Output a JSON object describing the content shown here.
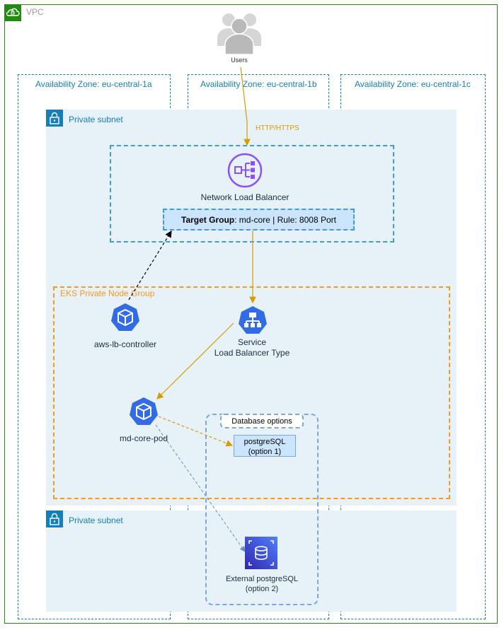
{
  "vpc": {
    "label": "VPC"
  },
  "zones": [
    {
      "label": "Availability Zone: eu-central-1a"
    },
    {
      "label": "Availability Zone: eu-central-1b"
    },
    {
      "label": "Availability Zone: eu-central-1c"
    }
  ],
  "subnets": [
    {
      "label": "Private subnet"
    },
    {
      "label": "Private subnet"
    }
  ],
  "users": {
    "label": "Users"
  },
  "edge_http": {
    "label": "HTTP/HTTPS"
  },
  "nlb": {
    "label": "Network Load Balancer"
  },
  "target_group": {
    "bold": "Target Group",
    "rest": ": md-core | Rule: 8008 Port"
  },
  "eks": {
    "label": "EKS Private Node Group"
  },
  "aws_lb_controller": {
    "label": "aws-lb-controller"
  },
  "service": {
    "line1": "Service",
    "line2": "Load Balancer Type"
  },
  "pod": {
    "label": "md-core-pod"
  },
  "db_options": {
    "label": "Database options"
  },
  "pg_option1": {
    "line1": "postgreSQL",
    "line2": "(option 1)"
  },
  "pg_option2": {
    "line1": "External postgreSQL",
    "line2": "(option 2)"
  },
  "colors": {
    "vpc": "#248814",
    "az": "#147eba",
    "subnet_fill": "#e6f2f8",
    "nlb_border": "#3c9ae8",
    "eks_border": "#f7981f",
    "edge_gold": "#d79b00",
    "rds": "#3b48cc",
    "k8s": "#326ce5",
    "elb": "#8c4fff"
  }
}
